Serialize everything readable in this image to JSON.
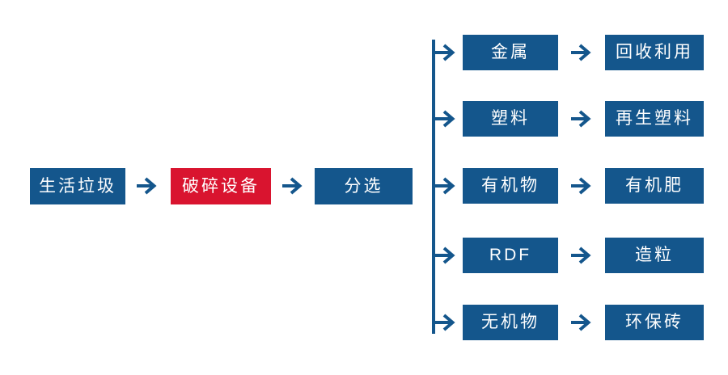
{
  "diagram": {
    "title_semantic": "household-waste-processing-flowchart",
    "colors": {
      "primary_blue": "#14568C",
      "accent_red": "#D9142F",
      "label_text": "#ffffff",
      "background": "#ffffff"
    },
    "main_flow": [
      {
        "label": "生活垃圾",
        "variant": "blue"
      },
      {
        "label": "破碎设备",
        "variant": "red"
      },
      {
        "label": "分选",
        "variant": "blue"
      }
    ],
    "branches": [
      {
        "source": "金属",
        "target": "回收利用"
      },
      {
        "source": "塑料",
        "target": "再生塑料"
      },
      {
        "source": "有机物",
        "target": "有机肥"
      },
      {
        "source": "RDF",
        "target": "造粒"
      },
      {
        "source": "无机物",
        "target": "环保砖"
      }
    ]
  }
}
